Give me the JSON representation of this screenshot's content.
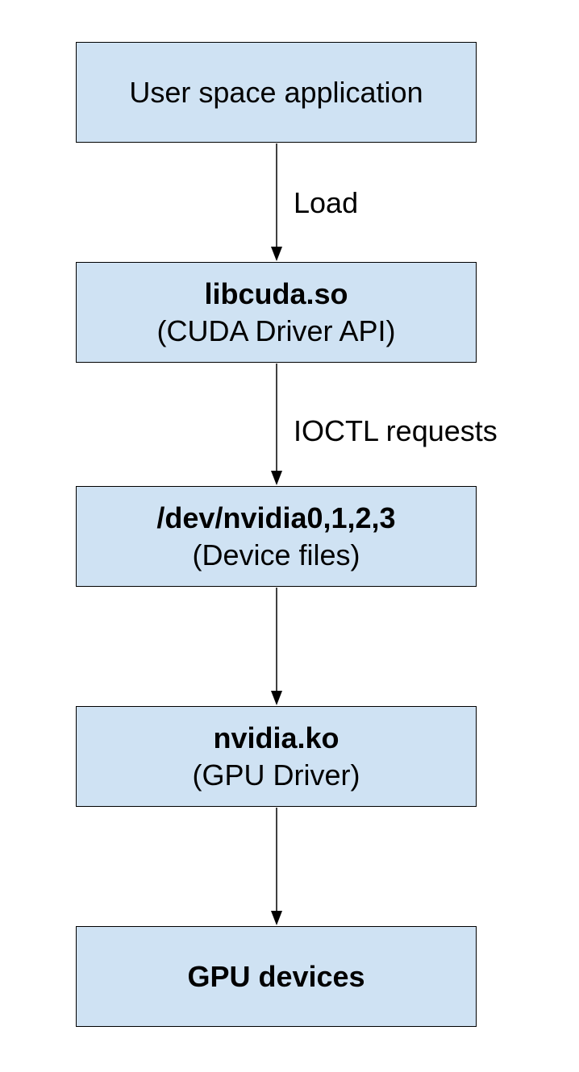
{
  "colors": {
    "box_fill": "#cfe2f3",
    "box_border": "#000000",
    "arrow": "#000000"
  },
  "nodes": [
    {
      "title": "User space application",
      "title_bold": false,
      "subtitle": ""
    },
    {
      "title": "libcuda.so",
      "title_bold": true,
      "subtitle": "(CUDA Driver API)"
    },
    {
      "title": "/dev/nvidia0,1,2,3",
      "title_bold": true,
      "subtitle": "(Device files)"
    },
    {
      "title": "nvidia.ko",
      "title_bold": true,
      "subtitle": "(GPU Driver)"
    },
    {
      "title": "GPU devices",
      "title_bold": true,
      "subtitle": ""
    }
  ],
  "edges": [
    {
      "from": 0,
      "to": 1,
      "label": "Load"
    },
    {
      "from": 1,
      "to": 2,
      "label": "IOCTL requests"
    },
    {
      "from": 2,
      "to": 3,
      "label": ""
    },
    {
      "from": 3,
      "to": 4,
      "label": ""
    }
  ]
}
